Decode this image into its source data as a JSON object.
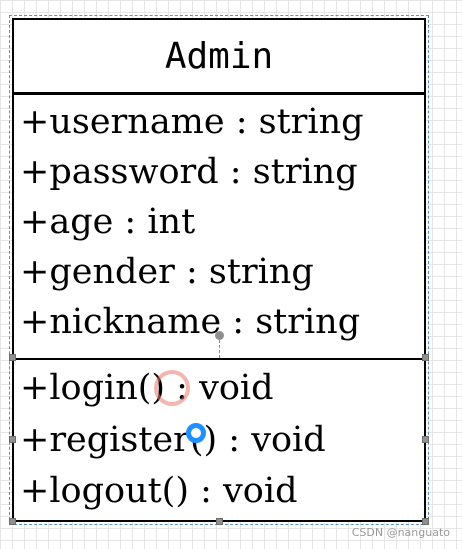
{
  "class": {
    "name": "Admin",
    "attributes": [
      "+username : string",
      "+password : string",
      "+age : int",
      "+gender : string",
      "+nickname : string"
    ],
    "operations": [
      "+login() : void",
      "+register() : void",
      "+logout() : void"
    ]
  },
  "watermark": "CSDN @nanguato",
  "colors": {
    "grid": "#e6e6e6",
    "border": "#000000",
    "selection": "#5a8fd0",
    "handle": "#909090",
    "cursor": "#1e90ff",
    "click_ring": "#eb786e"
  }
}
